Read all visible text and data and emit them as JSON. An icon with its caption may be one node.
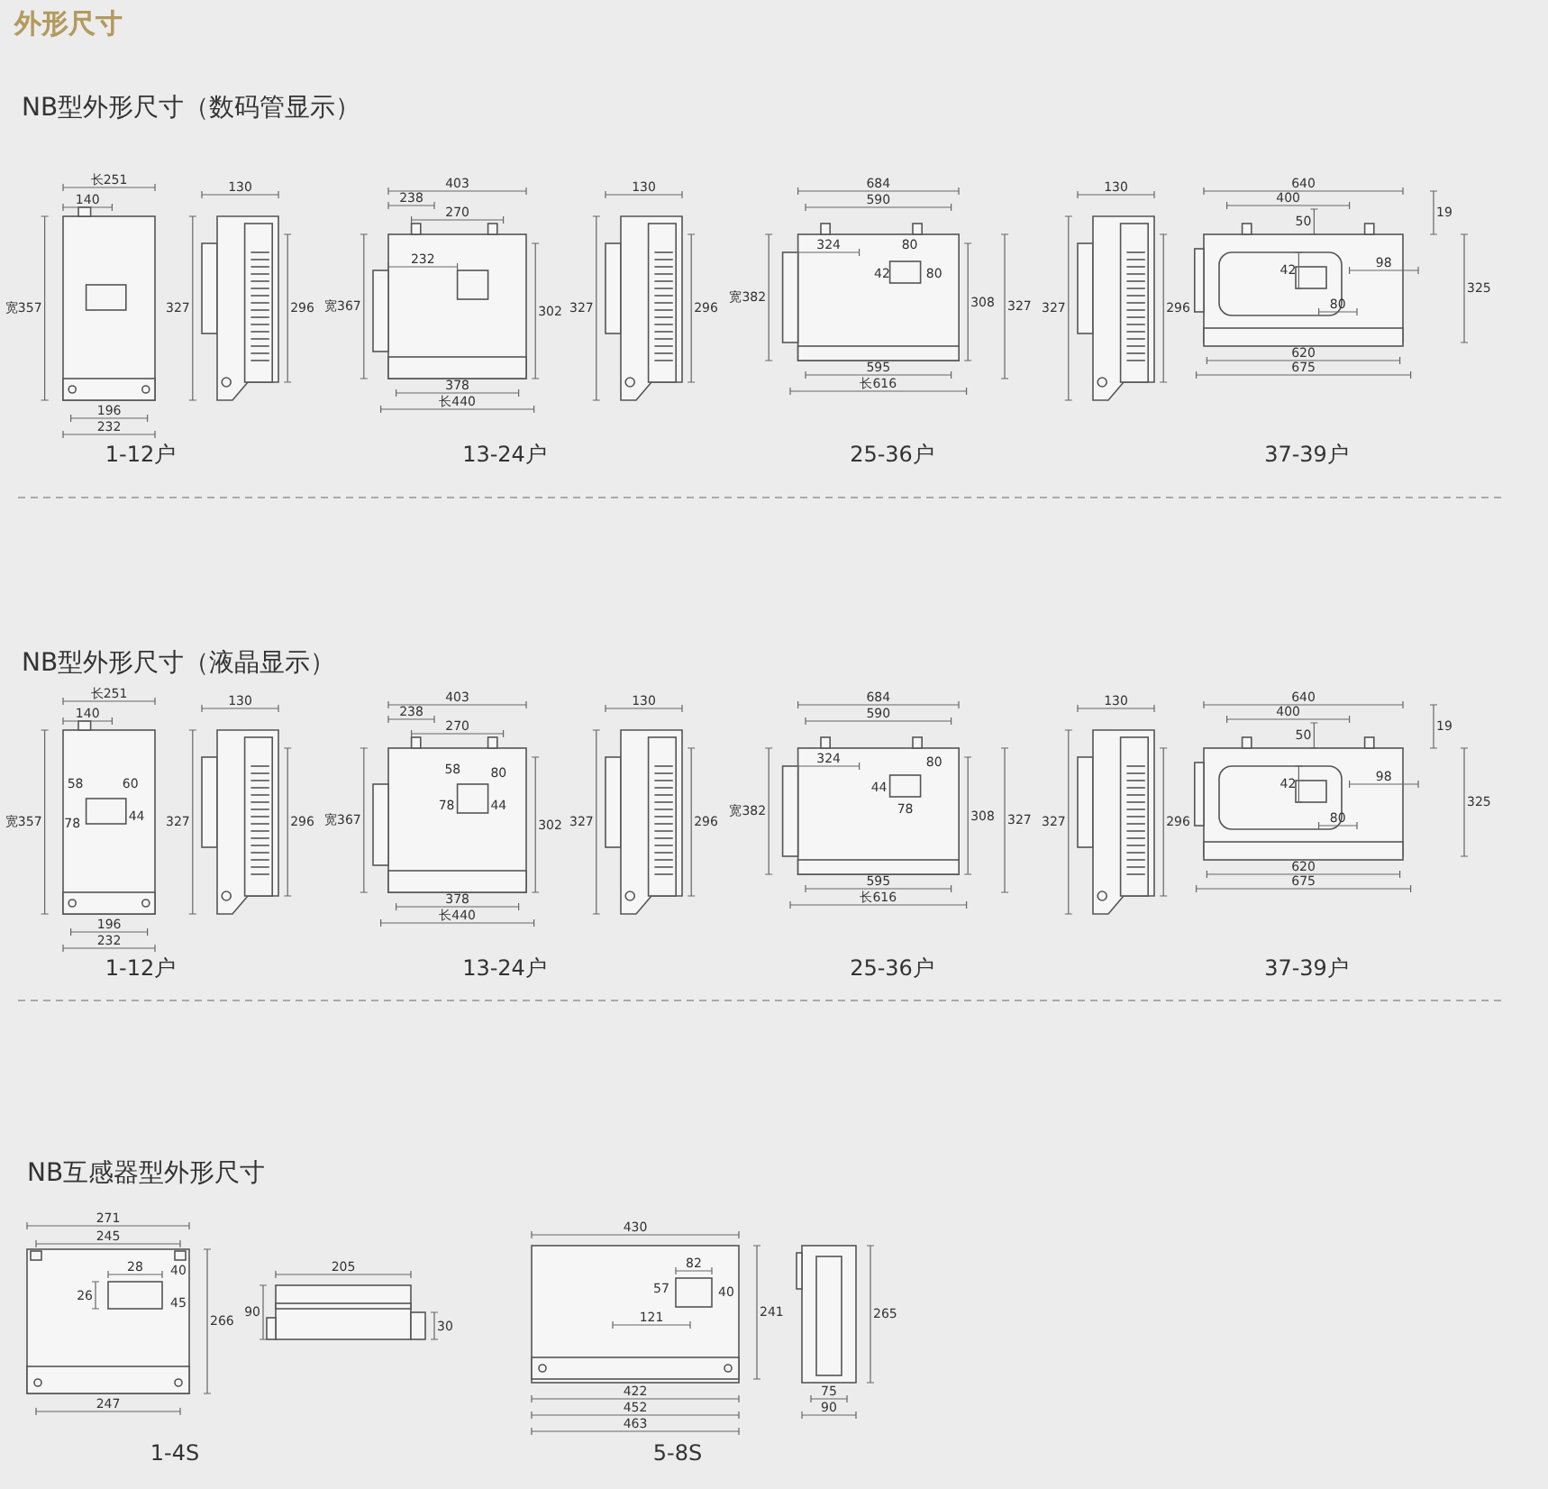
{
  "diagram": {
    "title": "外形尺寸",
    "labels": [
      "NB型外形尺寸（数码管显示）",
      "长251",
      "140",
      "宽357",
      "196",
      "232",
      "130",
      "327",
      "296",
      "403",
      "238",
      "270",
      "232",
      "宽367",
      "302",
      "378",
      "长440",
      "130",
      "327",
      "296",
      "684",
      "590",
      "324",
      "80",
      "42",
      "80",
      "宽382",
      "308",
      "327",
      "595",
      "长616",
      "130",
      "327",
      "296",
      "640",
      "400",
      "50",
      "19",
      "42",
      "98",
      "80",
      "325",
      "620",
      "675",
      "1-12户",
      "13-24户",
      "25-36户",
      "37-39户",
      "NB型外形尺寸（液晶显示）",
      "长251",
      "140",
      "58",
      "60",
      "78",
      "44",
      "宽357",
      "196",
      "232",
      "130",
      "327",
      "296",
      "403",
      "238",
      "270",
      "58",
      "80",
      "78",
      "44",
      "宽367",
      "302",
      "378",
      "长440",
      "130",
      "327",
      "296",
      "684",
      "590",
      "324",
      "80",
      "44",
      "宽382",
      "78",
      "308",
      "327",
      "595",
      "长616",
      "130",
      "327",
      "296",
      "640",
      "400",
      "50",
      "19",
      "42",
      "98",
      "80",
      "325",
      "620",
      "675",
      "1-12户",
      "13-24户",
      "25-36户",
      "37-39户",
      "NB互感器型外形尺寸",
      "271",
      "245",
      "28",
      "40",
      "26",
      "45",
      "266",
      "247",
      "205",
      "90",
      "30",
      "430",
      "82",
      "57",
      "40",
      "121",
      "241",
      "422",
      "452",
      "463",
      "265",
      "75",
      "90",
      "1-4S",
      "5-8S"
    ]
  }
}
